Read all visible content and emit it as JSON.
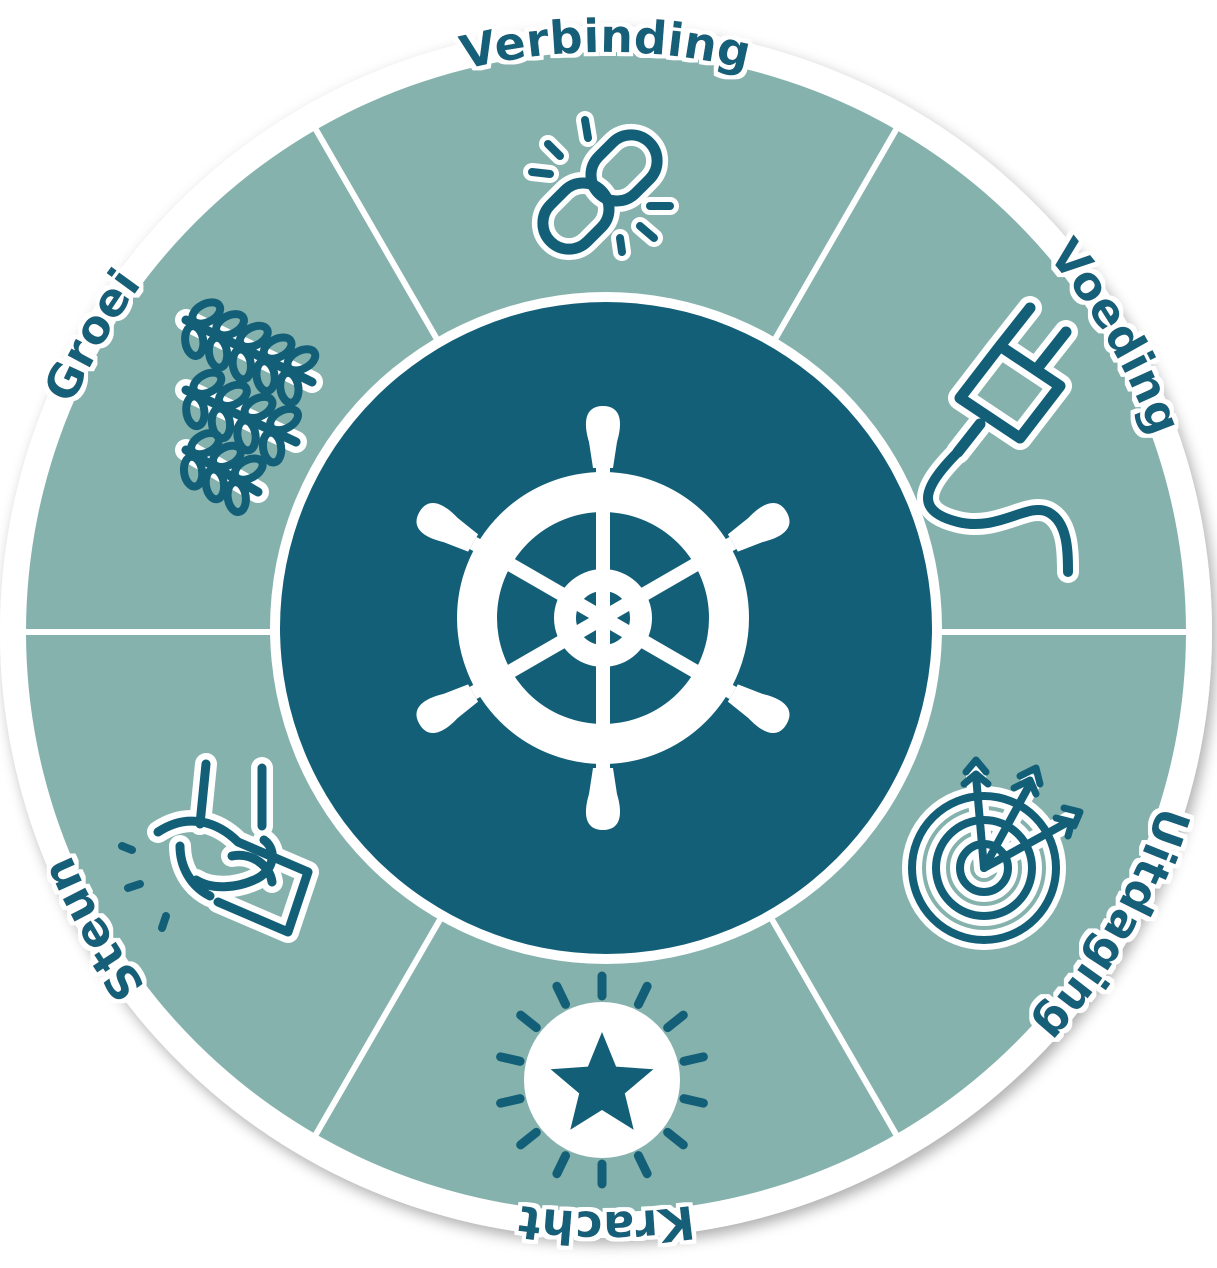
{
  "colors": {
    "ring_fill": "#86b2ae",
    "center_fill": "#135f78",
    "divider": "#ffffff",
    "label_color": "#135f78",
    "icon_color": "#135f78",
    "icon_outline": "#ffffff",
    "helm_color": "#ffffff"
  },
  "center": {
    "icon": "ship-wheel-icon"
  },
  "segments": [
    {
      "label": "Verbinding",
      "icon": "broken-chain-link-icon"
    },
    {
      "label": "Voeding",
      "icon": "power-plug-icon"
    },
    {
      "label": "Uitdaging",
      "icon": "target-with-arrows-icon"
    },
    {
      "label": "Kracht",
      "icon": "star-burst-icon"
    },
    {
      "label": "Steun",
      "icon": "handshake-grip-icon"
    },
    {
      "label": "Groei",
      "icon": "plant-sprouts-icon"
    }
  ]
}
